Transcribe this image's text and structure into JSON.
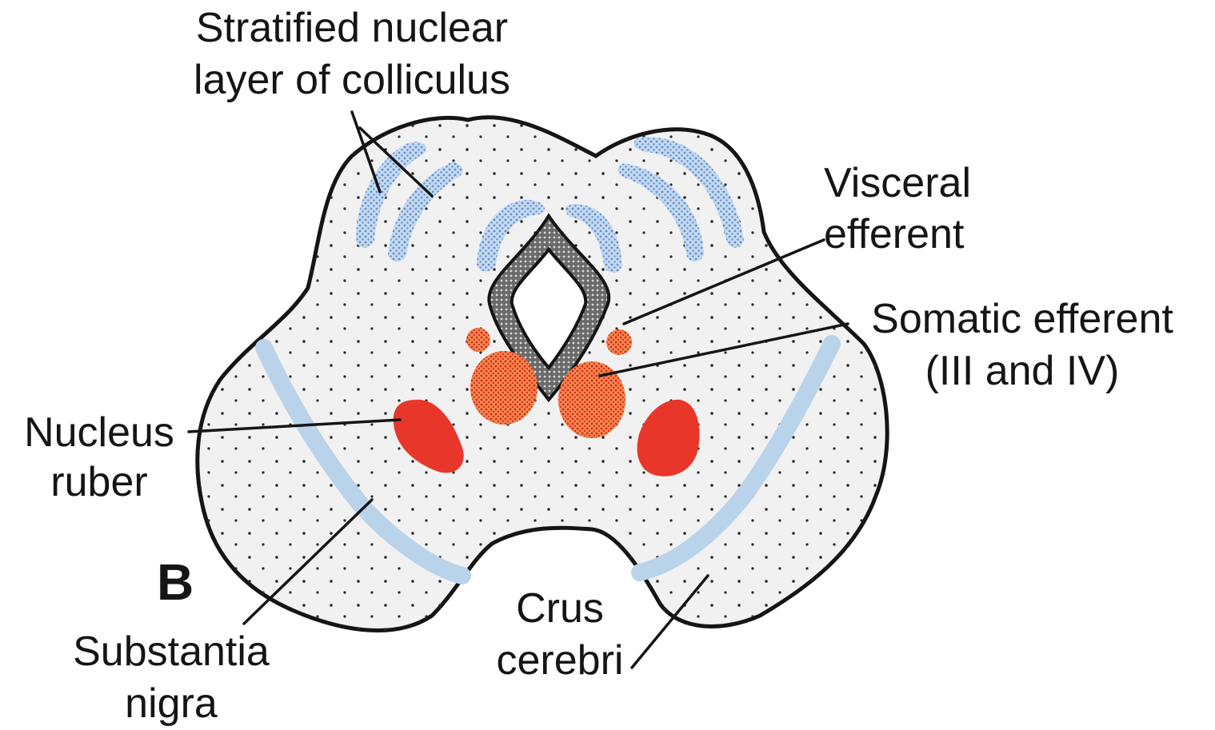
{
  "panel_letter": "B",
  "labels": {
    "stratified": [
      "Stratified nuclear",
      "layer of colliculus"
    ],
    "visceral": [
      "Visceral",
      "efferent"
    ],
    "somatic": [
      "Somatic efferent",
      "(III and IV)"
    ],
    "nucleus_ruber": [
      "Nucleus",
      "ruber"
    ],
    "substantia_nigra": [
      "Substantia",
      "nigra"
    ],
    "crus_cerebri": [
      "Crus",
      "cerebri"
    ]
  },
  "colors": {
    "outline": "#151515",
    "background_tissue": "#f1f1f1",
    "colliculus_layers": "#8fb3dc",
    "substantia_nigra_band": "#b9d3ea",
    "nucleus_ruber": "#e8362b",
    "efferent_nuclei": "#e2461f",
    "aqueduct_ring": "#555555"
  }
}
